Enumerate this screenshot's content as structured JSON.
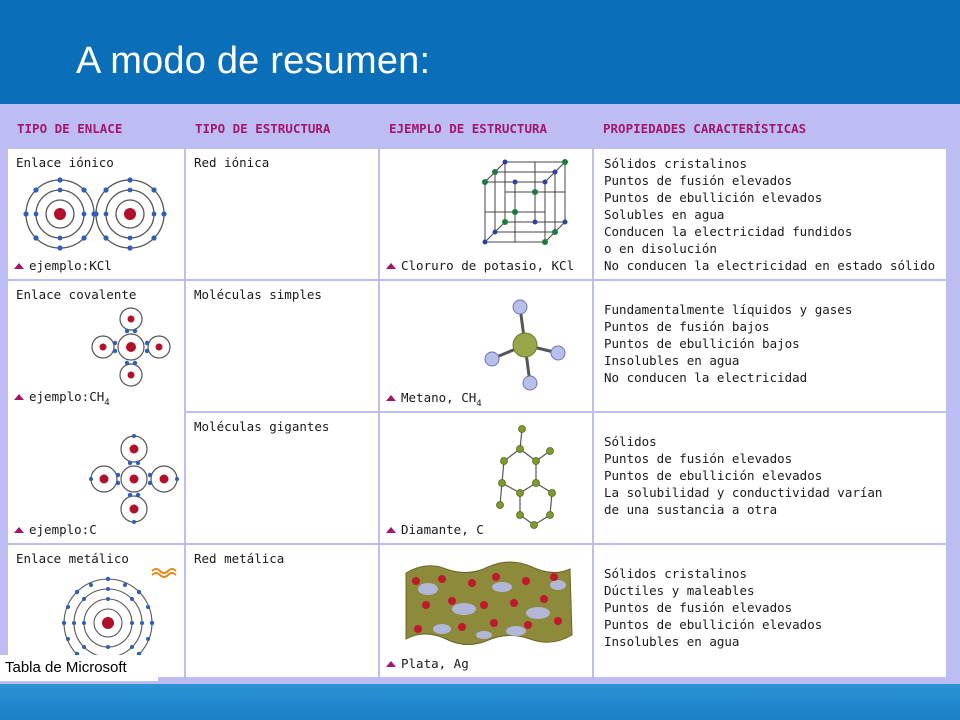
{
  "slide": {
    "title": "A modo de resumen:"
  },
  "table": {
    "headers": [
      "TIPO DE ENLACE",
      "TIPO DE ESTRUCTURA",
      "EJEMPLO DE ESTRUCTURA",
      "PROPIEDADES CARACTERÍSTICAS"
    ],
    "rows": [
      {
        "bond": "Enlace iónico",
        "bond_example": "ejemplo:KCl",
        "structure": "Red iónica",
        "example_caption": "Cloruro de potasio, KCl",
        "properties": [
          "Sólidos cristalinos",
          "Puntos de fusión elevados",
          "Puntos de ebullición elevados",
          "Solubles en agua",
          "Conducen la electricidad fundidos",
          "o en disolución",
          "No conducen la electricidad en estado sólido"
        ]
      },
      {
        "bond": "Enlace covalente",
        "bond_example_1": "ejemplo:CH",
        "bond_example_1_sub": "4",
        "bond_example_2": "ejemplo:C",
        "structure_1": "Moléculas simples",
        "example_caption_1": "Metano, CH",
        "example_caption_1_sub": "4",
        "properties_1": [
          "Fundamentalmente líquidos y gases",
          "Puntos de fusión bajos",
          "Puntos de ebullición bajos",
          "Insolubles en agua",
          "No conducen la electricidad"
        ],
        "structure_2": "Moléculas gigantes",
        "example_caption_2": "Diamante, C",
        "properties_2": [
          "Sólidos",
          "Puntos de fusión elevados",
          "Puntos de ebullición elevados",
          "La solubilidad y conductividad varían",
          "de una sustancia a otra"
        ]
      },
      {
        "bond": "Enlace metálico",
        "structure": "Red metálica",
        "example_caption": "Plata, Ag",
        "properties": [
          "Sólidos cristalinos",
          "Dúctiles y maleables",
          "Puntos de fusión elevados",
          "Puntos de ebullición elevados",
          "Insolubles en agua"
        ]
      }
    ]
  },
  "badge": {
    "label": "Tabla de Microsoft"
  },
  "icons": {
    "caption_marker": "triangle-icon"
  },
  "colors": {
    "header_text": "#a2166e",
    "frame": "#bdbdf3",
    "slide_blue": "#0a6fb8"
  }
}
